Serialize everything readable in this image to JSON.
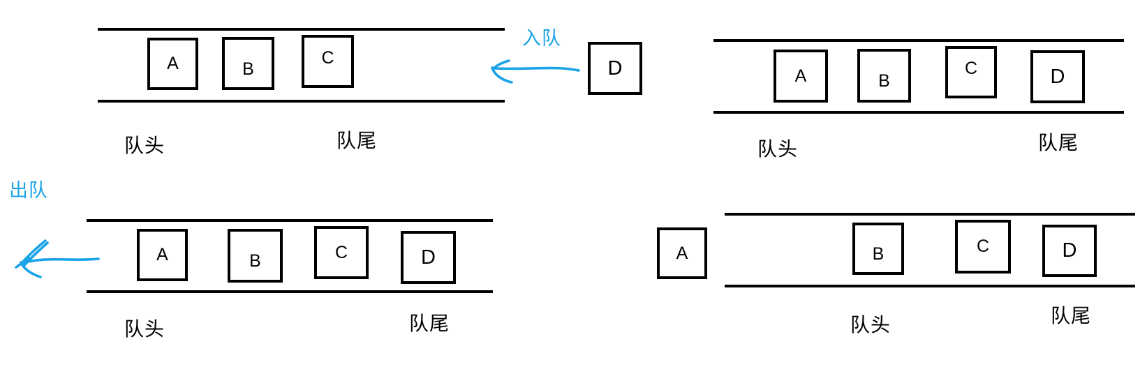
{
  "diagram": {
    "type": "queue-operations-illustration",
    "colors": {
      "ink": "#000000",
      "accent_blue": "#1AA3E8",
      "background": "#FFFFFF"
    }
  },
  "panels": {
    "top_left": {
      "items": [
        "A",
        "B",
        "C"
      ],
      "front": "队头",
      "rear": "队尾"
    },
    "top_right": {
      "items": [
        "A",
        "B",
        "C",
        "D"
      ],
      "front": "队头",
      "rear": "队尾"
    },
    "bottom_left": {
      "items": [
        "A",
        "B",
        "C",
        "D"
      ],
      "front": "队头",
      "rear": "队尾"
    },
    "bottom_right": {
      "items": [
        "B",
        "C",
        "D"
      ],
      "dequeued_item": "A",
      "front": "队头",
      "rear": "队尾"
    }
  },
  "annotations": {
    "enqueue_label": "入队",
    "enqueue_item": "D",
    "dequeue_label": "出队"
  }
}
